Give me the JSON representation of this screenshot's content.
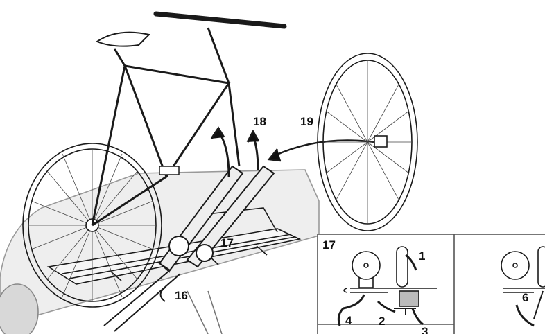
{
  "callouts": {
    "main_17": "17",
    "main_18": "18",
    "main_19": "19",
    "main_16": "16",
    "inset_17": "17",
    "step_1": "1",
    "step_2": "2",
    "step_3": "3",
    "step_4": "4",
    "step_6": "6"
  },
  "colors": {
    "line": "#1a1a1a",
    "car": "#e6e6e6",
    "shade": "#bdbdbd"
  }
}
